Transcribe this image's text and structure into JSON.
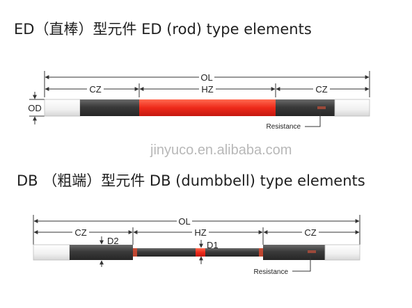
{
  "titles": {
    "ed": "ED（直棒）型元件 ED (rod) type elements",
    "db": "DB （粗端）型元件  DB (dumbbell) type elements"
  },
  "watermark": "jinyuco.en.alibaba.com",
  "ed_diagram": {
    "ol": "OL",
    "cz_left": "CZ",
    "hz": "HZ",
    "cz_right": "CZ",
    "od": "OD",
    "resistance": "Resistance"
  },
  "db_diagram": {
    "ol": "OL",
    "cz_left": "CZ",
    "hz": "HZ",
    "cz_right": "CZ",
    "d2": "D2",
    "d1": "D1",
    "resistance": "Resistance"
  },
  "colors": {
    "hot_zone": "#ee2a1a",
    "cold_zone": "#3e3e3e",
    "terminal": "#f2f2f2",
    "dimension_line": "#333333"
  }
}
